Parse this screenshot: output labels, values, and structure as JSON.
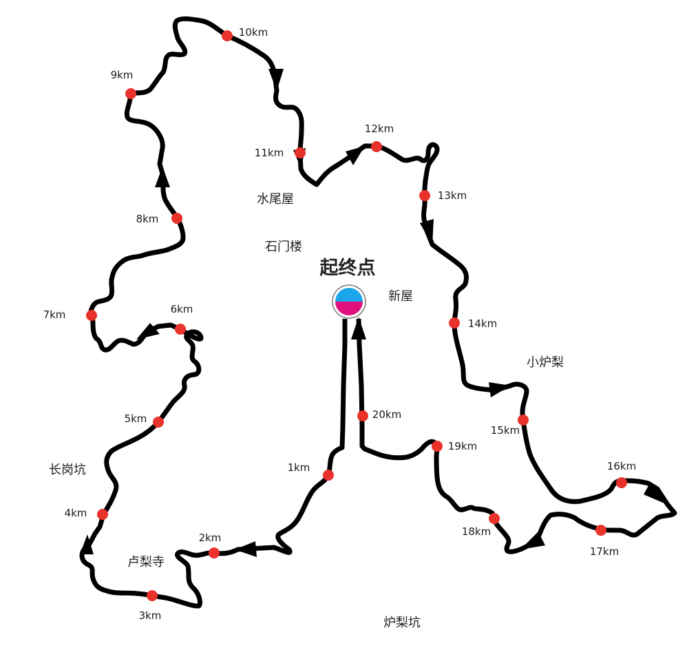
{
  "title": "起终点",
  "colors": {
    "route": "#000000",
    "km_marker": "#e8322b",
    "start_top": "#1aa6e8",
    "start_bottom": "#e0117f",
    "start_ring": "#777777"
  },
  "start_icon": "start-finish-icon",
  "places": [
    {
      "id": "shuiweiwu",
      "name": "水尾屋"
    },
    {
      "id": "shimenlou",
      "name": "石门楼"
    },
    {
      "id": "xinwu",
      "name": "新屋"
    },
    {
      "id": "xiaoluli",
      "name": "小炉梨"
    },
    {
      "id": "changgangkeng",
      "name": "长岗坑"
    },
    {
      "id": "lulisi",
      "name": "卢梨寺"
    },
    {
      "id": "lulikeng",
      "name": "炉梨坑"
    }
  ],
  "km_markers": [
    {
      "km": 1,
      "label": "1km"
    },
    {
      "km": 2,
      "label": "2km"
    },
    {
      "km": 3,
      "label": "3km"
    },
    {
      "km": 4,
      "label": "4km"
    },
    {
      "km": 5,
      "label": "5km"
    },
    {
      "km": 6,
      "label": "6km"
    },
    {
      "km": 7,
      "label": "7km"
    },
    {
      "km": 8,
      "label": "8km"
    },
    {
      "km": 9,
      "label": "9km"
    },
    {
      "km": 10,
      "label": "10km"
    },
    {
      "km": 11,
      "label": "11km"
    },
    {
      "km": 12,
      "label": "12km"
    },
    {
      "km": 13,
      "label": "13km"
    },
    {
      "km": 14,
      "label": "14km"
    },
    {
      "km": 15,
      "label": "15km"
    },
    {
      "km": 16,
      "label": "16km"
    },
    {
      "km": 17,
      "label": "17km"
    },
    {
      "km": 18,
      "label": "18km"
    },
    {
      "km": 19,
      "label": "19km"
    },
    {
      "km": 20,
      "label": "20km"
    }
  ]
}
